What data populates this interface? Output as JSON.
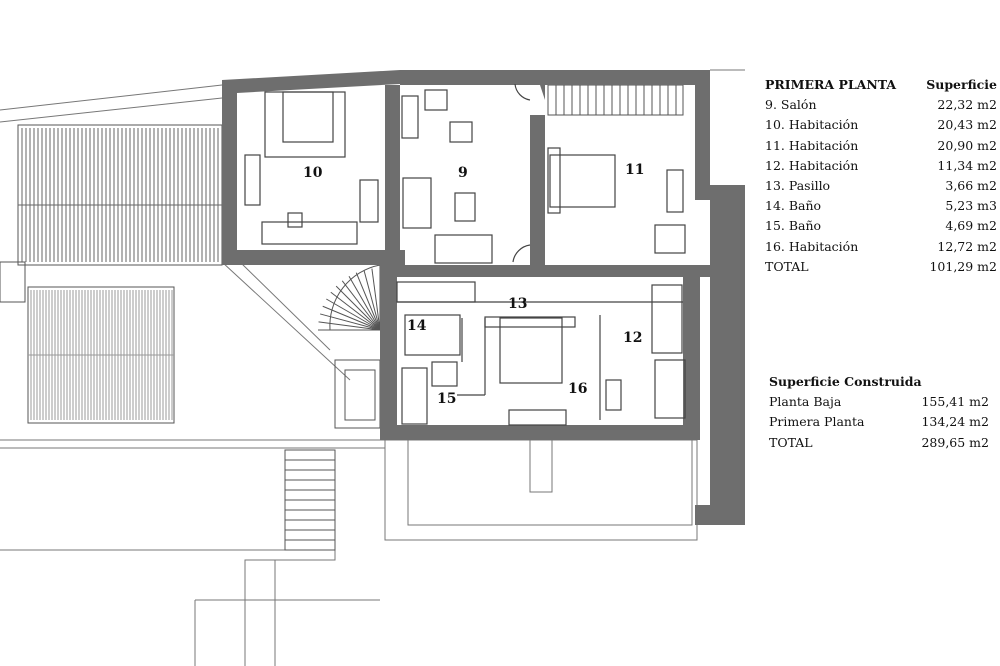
{
  "rooms": [
    "9",
    "10",
    "11",
    "12",
    "13",
    "14",
    "15",
    "16"
  ],
  "primera_planta": {
    "title": "PRIMERA PLANTA",
    "column": "Superficie",
    "rows": [
      {
        "name": "9. Salón",
        "value": "22,32 m2"
      },
      {
        "name": "10. Habitación",
        "value": "20,43 m2"
      },
      {
        "name": "11. Habitación",
        "value": "20,90 m2"
      },
      {
        "name": "12. Habitación",
        "value": "11,34 m2"
      },
      {
        "name": "13. Pasillo",
        "value": "3,66 m2"
      },
      {
        "name": "14. Baño",
        "value": "5,23 m3"
      },
      {
        "name": "15. Baño",
        "value": "4,69 m2"
      },
      {
        "name": "16. Habitación",
        "value": "12,72 m2"
      }
    ],
    "total_label": "TOTAL",
    "total_value": "101,29 m2"
  },
  "superficie_construida": {
    "title": "Superficie Construida",
    "rows": [
      {
        "name": "Planta Baja",
        "value": "155,41 m2"
      },
      {
        "name": "Primera Planta",
        "value": "134,24 m2"
      }
    ],
    "total_label": "TOTAL",
    "total_value": "289,65 m2"
  },
  "colors": {
    "wall": "#6e6e6e",
    "line": "#444444"
  }
}
